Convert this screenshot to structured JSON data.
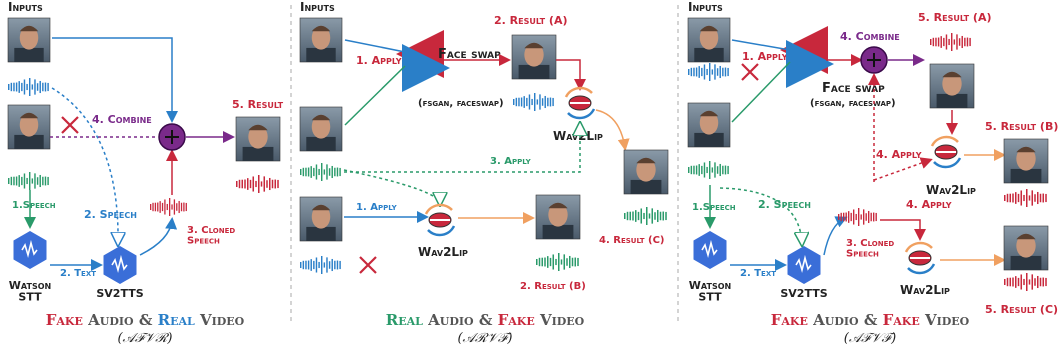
{
  "colors": {
    "red": "#c8283c",
    "blue": "#2a7fc8",
    "green": "#2a9a6a",
    "purple": "#7a2a8a",
    "orange": "#f0a060",
    "gray": "#555555"
  },
  "panels": [
    {
      "inputs": "Inputs",
      "speech1": "1.Speech",
      "speech2": "2. Speech",
      "text": "2. Text",
      "combine": "4. Combine",
      "cloned": "3. Cloned\nSpeech",
      "result": "5. Result",
      "stt": "Watson\nSTT",
      "tts": "SV2TTS",
      "title_a": "Fake",
      "title_b": " Audio & ",
      "title_c": "Real",
      "title_d": " Video",
      "sub": "(𝒜ℱ𝒱ℛ)"
    },
    {
      "inputs": "Inputs",
      "apply1": "1. Apply",
      "faceswap": "Face swap",
      "faceswap_sub": "(fsgan, faceswap)",
      "resultA": "2. Result (A)",
      "wav2lip": "Wav2Lip",
      "apply3": "3. Apply",
      "apply1b": "1. Apply",
      "resultB": "2. Result (B)",
      "resultC": "4. Result (C)",
      "wav2lip2": "Wav2Lip",
      "title_a": "Real",
      "title_b": " Audio & ",
      "title_c": "Fake",
      "title_d": " Video",
      "sub": "(𝒜ℛ𝒱ℱ)"
    },
    {
      "inputs": "Inputs",
      "apply1": "1. Apply",
      "combine": "4. Combine",
      "resultA": "5. Result (A)",
      "faceswap": "Face swap",
      "faceswap_sub": "(fsgan, faceswap)",
      "resultB": "5. Result (B)",
      "apply4a": "4. Apply",
      "wav2lip": "Wav2Lip",
      "speech1": "1.Speech",
      "speech2": "2. Speech",
      "apply4b": "4. Apply",
      "cloned": "3. Cloned\nSpeech",
      "text": "2. Text",
      "stt": "Watson\nSTT",
      "tts": "SV2TTS",
      "wav2lip2": "Wav2Lip",
      "resultC": "5. Result (C)",
      "title_a": "Fake",
      "title_b": " Audio & ",
      "title_c": "Fake",
      "title_d": " Video",
      "sub": "(𝒜ℱ𝒱ℱ)"
    }
  ]
}
